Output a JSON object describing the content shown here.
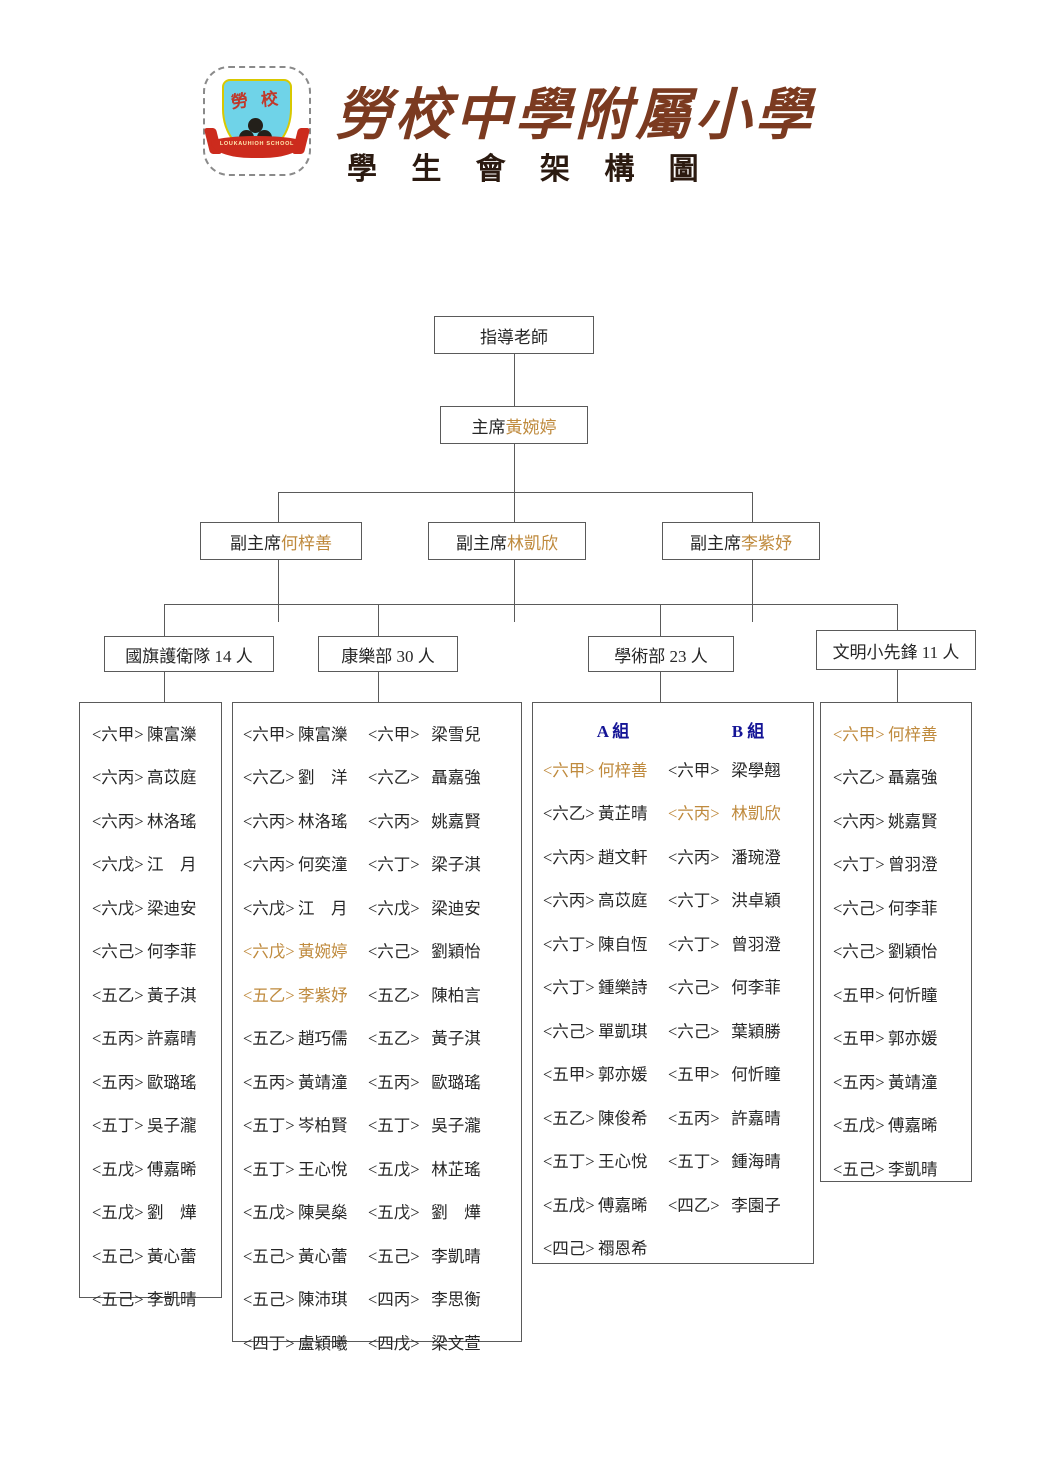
{
  "header": {
    "school_name": "勞校中學附屬小學",
    "doc_title": "學 生 會 架 構 圖",
    "emblem": {
      "char1": "勞",
      "char2": "校",
      "ribbon_text": "LOUKAUHIOH SCHOOL"
    }
  },
  "colors": {
    "gold": "#bf8a3d",
    "group_heading_blue": "#141496",
    "border": "#5a5a5a",
    "school_name": "#7b3a20"
  },
  "chart_data": {
    "type": "diagram",
    "title": "學生會架構圖",
    "levels": [
      {
        "nodes": [
          {
            "label": "指導老師"
          }
        ]
      },
      {
        "nodes": [
          {
            "role": "主席",
            "name": "黃婉婷",
            "name_highlight": true
          }
        ]
      },
      {
        "nodes": [
          {
            "role": "副主席",
            "name": "何梓善",
            "name_highlight": true
          },
          {
            "role": "副主席",
            "name": "林凱欣",
            "name_highlight": true
          },
          {
            "role": "副主席",
            "name": "李紫妤",
            "name_highlight": true
          }
        ]
      },
      {
        "nodes": [
          {
            "label": "國旗護衛隊 14 人",
            "count": 14
          },
          {
            "label": "康樂部 30 人",
            "count": 30
          },
          {
            "label": "學術部 23 人",
            "count": 23
          },
          {
            "label": "文明小先鋒 11 人",
            "count": 11
          }
        ]
      }
    ]
  },
  "root": {
    "label": "指導老師"
  },
  "chair": {
    "role": "主席",
    "name": "黃婉婷"
  },
  "vice_chairs": [
    {
      "role": "副主席",
      "name": "何梓善"
    },
    {
      "role": "副主席",
      "name": "林凱欣"
    },
    {
      "role": "副主席",
      "name": "李紫妤"
    }
  ],
  "departments": [
    {
      "label": "國旗護衛隊 14 人"
    },
    {
      "label": "康樂部 30 人"
    },
    {
      "label": "學術部 23 人"
    },
    {
      "label": "文明小先鋒 11 人"
    }
  ],
  "flag_guard": {
    "members": [
      {
        "cls": "<六甲>",
        "name": "陳富濼"
      },
      {
        "cls": "<六丙>",
        "name": "高苡庭"
      },
      {
        "cls": "<六丙>",
        "name": "林洛瑤"
      },
      {
        "cls": "<六戊>",
        "name": "江　月"
      },
      {
        "cls": "<六戊>",
        "name": "梁迪安"
      },
      {
        "cls": "<六己>",
        "name": "何李菲"
      },
      {
        "cls": "<五乙>",
        "name": "黃子淇"
      },
      {
        "cls": "<五丙>",
        "name": "許嘉晴"
      },
      {
        "cls": "<五丙>",
        "name": "歐璐瑤"
      },
      {
        "cls": "<五丁>",
        "name": "吳子瀧"
      },
      {
        "cls": "<五戊>",
        "name": "傅嘉晞"
      },
      {
        "cls": "<五戊>",
        "name": "劉　燁"
      },
      {
        "cls": "<五己>",
        "name": "黃心蕾"
      },
      {
        "cls": "<五己>",
        "name": "李凱晴"
      }
    ]
  },
  "recreation": {
    "rows": [
      {
        "left": {
          "cls": "<六甲>",
          "name": "陳富濼"
        },
        "right": {
          "cls": "<六甲>",
          "name": "梁雪兒"
        }
      },
      {
        "left": {
          "cls": "<六乙>",
          "name": "劉　洋"
        },
        "right": {
          "cls": "<六乙>",
          "name": "聶嘉強"
        }
      },
      {
        "left": {
          "cls": "<六丙>",
          "name": "林洛瑤"
        },
        "right": {
          "cls": "<六丙>",
          "name": "姚嘉賢"
        }
      },
      {
        "left": {
          "cls": "<六丙>",
          "name": "何奕潼"
        },
        "right": {
          "cls": "<六丁>",
          "name": "梁子淇"
        }
      },
      {
        "left": {
          "cls": "<六戊>",
          "name": "江　月"
        },
        "right": {
          "cls": "<六戊>",
          "name": "梁迪安"
        }
      },
      {
        "left": {
          "cls": "<六戊>",
          "name": "黃婉婷",
          "highlight": true
        },
        "right": {
          "cls": "<六己>",
          "name": "劉穎怡"
        }
      },
      {
        "left": {
          "cls": "<五乙>",
          "name": "李紫妤",
          "highlight": true
        },
        "right": {
          "cls": "<五乙>",
          "name": "陳柏言"
        }
      },
      {
        "left": {
          "cls": "<五乙>",
          "name": "趙巧儒"
        },
        "right": {
          "cls": "<五乙>",
          "name": "黃子淇"
        }
      },
      {
        "left": {
          "cls": "<五丙>",
          "name": "黃靖潼"
        },
        "right": {
          "cls": "<五丙>",
          "name": "歐璐瑤"
        }
      },
      {
        "left": {
          "cls": "<五丁>",
          "name": "岑柏賢"
        },
        "right": {
          "cls": "<五丁>",
          "name": "吳子瀧"
        }
      },
      {
        "left": {
          "cls": "<五丁>",
          "name": "王心悅"
        },
        "right": {
          "cls": "<五戊>",
          "name": "林芷瑤"
        }
      },
      {
        "left": {
          "cls": "<五戊>",
          "name": "陳昊燊"
        },
        "right": {
          "cls": "<五戊>",
          "name": "劉　燁"
        }
      },
      {
        "left": {
          "cls": "<五己>",
          "name": "黃心蕾"
        },
        "right": {
          "cls": "<五己>",
          "name": "李凱晴"
        }
      },
      {
        "left": {
          "cls": "<五己>",
          "name": "陳沛琪"
        },
        "right": {
          "cls": "<四丙>",
          "name": "李思衡"
        }
      },
      {
        "left": {
          "cls": "<四丁>",
          "name": "盧穎曦"
        },
        "right": {
          "cls": "<四戊>",
          "name": "梁文萱"
        }
      }
    ]
  },
  "academic": {
    "group_a_label": "A 組",
    "group_b_label": "B 組",
    "rows": [
      {
        "left": {
          "cls": "<六甲>",
          "name": "何梓善",
          "highlight": true
        },
        "right": {
          "cls": "<六甲>",
          "name": "梁學翹"
        }
      },
      {
        "left": {
          "cls": "<六乙>",
          "name": "黃芷晴"
        },
        "right": {
          "cls": "<六丙>",
          "name": "林凱欣",
          "highlight": true
        }
      },
      {
        "left": {
          "cls": "<六丙>",
          "name": "趙文軒"
        },
        "right": {
          "cls": "<六丙>",
          "name": "潘琬澄"
        }
      },
      {
        "left": {
          "cls": "<六丙>",
          "name": "高苡庭"
        },
        "right": {
          "cls": "<六丁>",
          "name": "洪卓穎"
        }
      },
      {
        "left": {
          "cls": "<六丁>",
          "name": "陳自恆"
        },
        "right": {
          "cls": "<六丁>",
          "name": "曾羽澄"
        }
      },
      {
        "left": {
          "cls": "<六丁>",
          "name": "鍾樂詩"
        },
        "right": {
          "cls": "<六己>",
          "name": "何李菲"
        }
      },
      {
        "left": {
          "cls": "<六己>",
          "name": "單凱琪"
        },
        "right": {
          "cls": "<六己>",
          "name": "葉穎勝"
        }
      },
      {
        "left": {
          "cls": "<五甲>",
          "name": "郭亦媛"
        },
        "right": {
          "cls": "<五甲>",
          "name": "何忻瞳"
        }
      },
      {
        "left": {
          "cls": "<五乙>",
          "name": "陳俊希"
        },
        "right": {
          "cls": "<五丙>",
          "name": "許嘉晴"
        }
      },
      {
        "left": {
          "cls": "<五丁>",
          "name": "王心悅"
        },
        "right": {
          "cls": "<五丁>",
          "name": "鍾海晴"
        }
      },
      {
        "left": {
          "cls": "<五戊>",
          "name": "傅嘉晞"
        },
        "right": {
          "cls": "<四乙>",
          "name": "李園子"
        }
      },
      {
        "left": {
          "cls": "<四己>",
          "name": "禤恩希"
        },
        "right": null
      }
    ]
  },
  "pioneer": {
    "members": [
      {
        "cls": "<六甲>",
        "name": "何梓善",
        "highlight": true
      },
      {
        "cls": "<六乙>",
        "name": "聶嘉強"
      },
      {
        "cls": "<六丙>",
        "name": "姚嘉賢"
      },
      {
        "cls": "<六丁>",
        "name": "曾羽澄"
      },
      {
        "cls": "<六己>",
        "name": "何李菲"
      },
      {
        "cls": "<六己>",
        "name": "劉穎怡"
      },
      {
        "cls": "<五甲>",
        "name": "何忻瞳"
      },
      {
        "cls": "<五甲>",
        "name": "郭亦媛"
      },
      {
        "cls": "<五丙>",
        "name": "黃靖潼"
      },
      {
        "cls": "<五戊>",
        "name": "傅嘉晞"
      },
      {
        "cls": "<五己>",
        "name": "李凱晴"
      }
    ]
  }
}
